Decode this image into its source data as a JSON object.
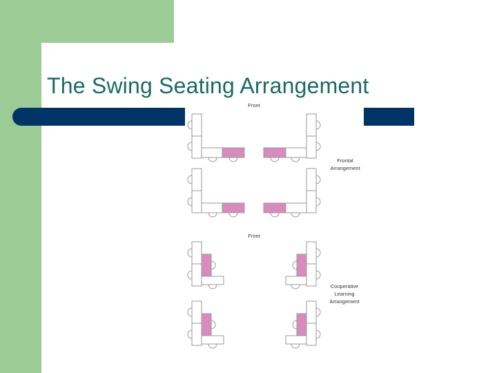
{
  "slide": {
    "title": "The Swing Seating Arrangement"
  },
  "diagram": {
    "frontal": {
      "front_label": "Front",
      "caption_lines": [
        "Frontal",
        "Arrangement"
      ]
    },
    "cooperative": {
      "front_label": "Front",
      "caption_lines": [
        "Cooperative",
        "Learning",
        "Arrangement"
      ]
    }
  },
  "colors": {
    "green_accent": "#9bcc96",
    "title_color": "#1a6b64",
    "bar_color": "#003366",
    "teacher_desk_pink": "#d98cbc"
  }
}
